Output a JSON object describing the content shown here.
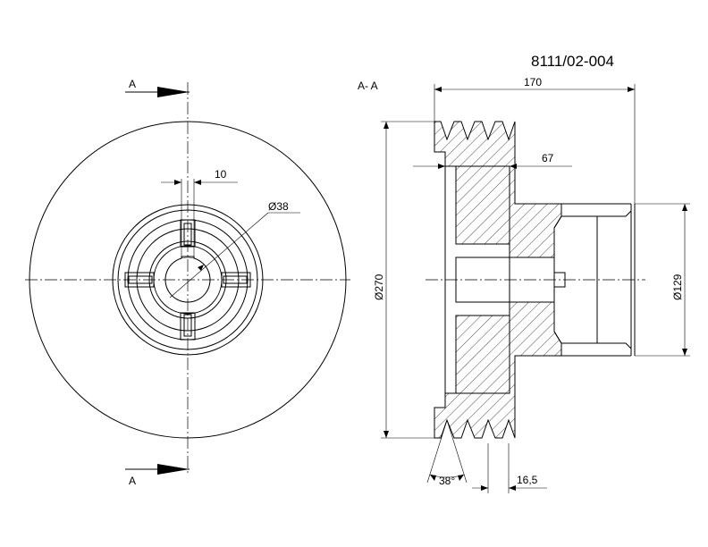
{
  "drawing": {
    "part_number": "8111/02-004",
    "section_label": "A- A",
    "section_marker_top": "A",
    "section_marker_bottom": "A",
    "dimensions": {
      "overall_length": "170",
      "hub_offset": "67",
      "outer_diameter": "Ø270",
      "hub_diameter": "Ø129",
      "bore_diameter": "Ø38",
      "keyway_width": "10",
      "groove_angle": "38°",
      "groove_pitch": "16,5"
    }
  }
}
